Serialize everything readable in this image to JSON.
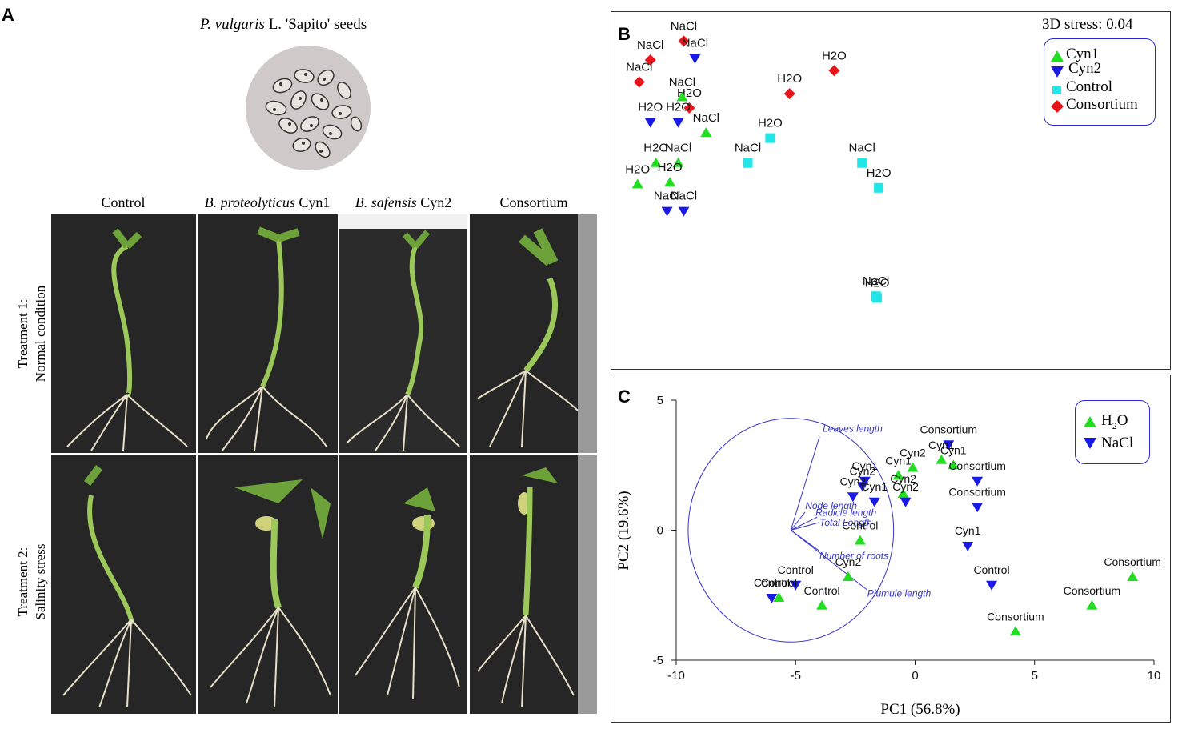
{
  "panel_a": {
    "letter": "A",
    "title_italic": "P. vulgaris",
    "title_rest": " L. 'Sapito' seeds",
    "columns": [
      {
        "italic": "",
        "rest": "Control"
      },
      {
        "italic": "B. proteolyticus",
        "rest": " Cyn1"
      },
      {
        "italic": "B. safensis",
        "rest": " Cyn2"
      },
      {
        "italic": "",
        "rest": "Consortium"
      }
    ],
    "rows": [
      {
        "line1": "Treatment 1:",
        "line2": "Normal condition"
      },
      {
        "line1": "Treatment 2:",
        "line2": "Salinity stress"
      }
    ]
  },
  "panel_b": {
    "letter": "B",
    "stress_text": "3D stress: 0.04",
    "legend": [
      {
        "label": "Cyn1",
        "marker": "triangle-up",
        "color": "#22dd22"
      },
      {
        "label": "Cyn2",
        "marker": "triangle-down",
        "color": "#1a1ae6"
      },
      {
        "label": "Control",
        "marker": "square",
        "color": "#22e5e8"
      },
      {
        "label": "Consortium",
        "marker": "diamond",
        "color": "#e8141a"
      }
    ]
  },
  "panel_c": {
    "letter": "C",
    "legend": [
      {
        "label_main": "H",
        "label_sub": "2",
        "label_tail": "O",
        "marker": "triangle-up",
        "color": "#22dd22"
      },
      {
        "label_main": "NaCl",
        "label_sub": "",
        "label_tail": "",
        "marker": "triangle-down",
        "color": "#1a1ae6"
      }
    ]
  },
  "chart_data": [
    {
      "type": "scatter",
      "name": "nMDS",
      "title": "",
      "annotation": "3D stress: 0.04",
      "axes_shown": false,
      "points": [
        {
          "group": "Consortium",
          "label": "NaCl",
          "x": 13.0,
          "y": 8.2
        },
        {
          "group": "Consortium",
          "label": "NaCl",
          "x": 7.0,
          "y": 13.5
        },
        {
          "group": "Consortium",
          "label": "NaCl",
          "x": 5.0,
          "y": 19.7
        },
        {
          "group": "Consortium",
          "label": "H2O",
          "x": 40.0,
          "y": 16.5
        },
        {
          "group": "Consortium",
          "label": "H2O",
          "x": 32.0,
          "y": 23.0
        },
        {
          "group": "Consortium",
          "label": "H2O",
          "x": 14.0,
          "y": 27.0
        },
        {
          "group": "Cyn2",
          "label": "NaCl",
          "x": 15.0,
          "y": 13.0
        },
        {
          "group": "Cyn2",
          "label": "H2O",
          "x": 7.0,
          "y": 31.0
        },
        {
          "group": "Cyn2",
          "label": "H2O",
          "x": 12.0,
          "y": 31.0
        },
        {
          "group": "Cyn2",
          "label": "NaCl",
          "x": 10.0,
          "y": 56.0
        },
        {
          "group": "Cyn2",
          "label": "NaCl",
          "x": 13.0,
          "y": 56.0
        },
        {
          "group": "Cyn1",
          "label": "NaCl",
          "x": 12.7,
          "y": 24.0
        },
        {
          "group": "Cyn1",
          "label": "NaCl",
          "x": 17.0,
          "y": 34.0
        },
        {
          "group": "Cyn1",
          "label": "H2O",
          "x": 8.0,
          "y": 42.5
        },
        {
          "group": "Cyn1",
          "label": "NaCl",
          "x": 12.0,
          "y": 42.5
        },
        {
          "group": "Cyn1",
          "label": "H2O",
          "x": 4.7,
          "y": 48.5
        },
        {
          "group": "Cyn1",
          "label": "H2O",
          "x": 10.5,
          "y": 48.0
        },
        {
          "group": "Control",
          "label": "H2O",
          "x": 28.5,
          "y": 35.5
        },
        {
          "group": "Control",
          "label": "NaCl",
          "x": 24.5,
          "y": 42.5
        },
        {
          "group": "Control",
          "label": "NaCl",
          "x": 45.0,
          "y": 42.5
        },
        {
          "group": "Control",
          "label": "H2O",
          "x": 48.0,
          "y": 49.5
        },
        {
          "group": "Control",
          "label": "NaCl",
          "x": 47.5,
          "y": 80.0
        },
        {
          "group": "Control",
          "label": "H2O",
          "x": 47.7,
          "y": 80.5
        }
      ]
    },
    {
      "type": "scatter",
      "name": "PCA biplot",
      "title": "",
      "xlabel": "PC1 (56.8%)",
      "ylabel": "PC2 (19.6%)",
      "xlim": [
        -10,
        10
      ],
      "ylim": [
        -5,
        5
      ],
      "xticks": [
        -10,
        -5,
        0,
        5,
        10
      ],
      "yticks": [
        -5,
        0,
        5
      ],
      "circle": {
        "center": [
          -5.2,
          0
        ],
        "radius": 4.3
      },
      "loadings": [
        {
          "label": "Leaves length",
          "x": -4.0,
          "y": 3.6
        },
        {
          "label": "Node length",
          "x": -4.6,
          "y": 0.7
        },
        {
          "label": "Radicle length",
          "x": -4.1,
          "y": 0.5
        },
        {
          "label": "Total Length",
          "x": -4.0,
          "y": 0.3
        },
        {
          "label": "Number of roots",
          "x": -4.0,
          "y": -0.8
        },
        {
          "label": "Plumule length",
          "x": -2.0,
          "y": -2.3
        }
      ],
      "points": [
        {
          "label": "Consortium",
          "treatment": "NaCl",
          "x": 1.4,
          "y": 3.3
        },
        {
          "label": "Cyn1",
          "treatment": "H2O",
          "x": 1.1,
          "y": 2.7
        },
        {
          "label": "Cyn1",
          "treatment": "H2O",
          "x": 1.6,
          "y": 2.5
        },
        {
          "label": "Consortium",
          "treatment": "NaCl",
          "x": 2.6,
          "y": 1.9
        },
        {
          "label": "Consortium",
          "treatment": "NaCl",
          "x": 2.6,
          "y": 0.9
        },
        {
          "label": "Cyn1",
          "treatment": "NaCl",
          "x": 2.2,
          "y": -0.6
        },
        {
          "label": "Control",
          "treatment": "NaCl",
          "x": 3.2,
          "y": -2.1
        },
        {
          "label": "Cyn2",
          "treatment": "H2O",
          "x": -0.1,
          "y": 2.4
        },
        {
          "label": "Cyn1",
          "treatment": "H2O",
          "x": -0.7,
          "y": 2.1
        },
        {
          "label": "Cyn2",
          "treatment": "H2O",
          "x": -0.5,
          "y": 1.4
        },
        {
          "label": "Cyn2",
          "treatment": "NaCl",
          "x": -0.4,
          "y": 1.1
        },
        {
          "label": "Cyn1",
          "treatment": "NaCl",
          "x": -2.1,
          "y": 1.9
        },
        {
          "label": "Cyn2",
          "treatment": "NaCl",
          "x": -2.2,
          "y": 1.7
        },
        {
          "label": "Cyn1",
          "treatment": "NaCl",
          "x": -1.7,
          "y": 1.1
        },
        {
          "label": "Cyn2",
          "treatment": "NaCl",
          "x": -2.6,
          "y": 1.3
        },
        {
          "label": "Control",
          "treatment": "H2O",
          "x": -2.3,
          "y": -0.4
        },
        {
          "label": "Cyn2",
          "treatment": "H2O",
          "x": -2.8,
          "y": -1.8
        },
        {
          "label": "Control",
          "treatment": "NaCl",
          "x": -5.0,
          "y": -2.1
        },
        {
          "label": "Control",
          "treatment": "NaCl",
          "x": -6.0,
          "y": -2.6
        },
        {
          "label": "Control",
          "treatment": "H2O",
          "x": -5.7,
          "y": -2.6
        },
        {
          "label": "Control",
          "treatment": "H2O",
          "x": -3.9,
          "y": -2.9
        },
        {
          "label": "Consortium",
          "treatment": "H2O",
          "x": 9.1,
          "y": -1.8
        },
        {
          "label": "Consortium",
          "treatment": "H2O",
          "x": 7.4,
          "y": -2.9
        },
        {
          "label": "Consortium",
          "treatment": "H2O",
          "x": 4.2,
          "y": -3.9
        }
      ]
    }
  ]
}
